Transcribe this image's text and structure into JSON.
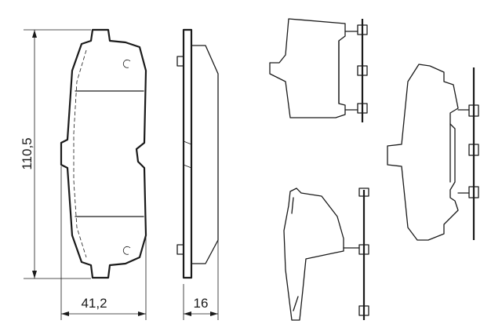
{
  "dimensions": {
    "height_label": "110,5",
    "width_label": "41,2",
    "thickness_label": "16"
  }
}
